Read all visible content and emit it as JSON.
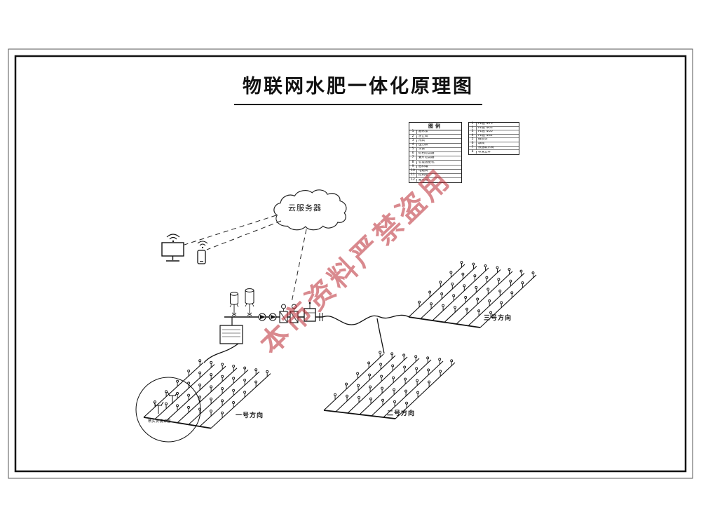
{
  "title": "物联网水肥一体化原理图",
  "watermark": "本市资料严禁盗用",
  "cloud": {
    "label": "云服务器"
  },
  "legend": {
    "title": "图例",
    "left_rows": [
      {
        "num": "1",
        "name": "潜水泵"
      },
      {
        "num": "2",
        "name": "逆止阀"
      },
      {
        "num": "3",
        "name": "闸阀"
      },
      {
        "num": "4",
        "name": "压力表"
      },
      {
        "num": "5",
        "name": "水表"
      },
      {
        "num": "6",
        "name": "砂石过滤器"
      },
      {
        "num": "7",
        "name": "叠片过滤器"
      },
      {
        "num": "8",
        "name": "智能施肥机"
      },
      {
        "num": "9",
        "name": "肥料罐"
      },
      {
        "num": "10",
        "name": "电磁阀"
      },
      {
        "num": "11",
        "name": "控制柜"
      },
      {
        "num": "12",
        "name": "蓄水池"
      }
    ],
    "right_rows": [
      {
        "num": "1",
        "name": "PE管 Φ75"
      },
      {
        "num": "2",
        "name": "PE管 Φ63"
      },
      {
        "num": "3",
        "name": "PE管 Φ50"
      },
      {
        "num": "4",
        "name": "PE管 Φ32"
      },
      {
        "num": "5",
        "name": "微喷头"
      },
      {
        "num": "6",
        "name": "球阀"
      },
      {
        "num": "7",
        "name": "快速取水阀"
      },
      {
        "num": "8",
        "name": "喷灌立杆"
      }
    ]
  },
  "fields": {
    "f1": "一号方向",
    "f2": "二号方向",
    "f3": "三号方向"
  },
  "detail_label": "喷头安装详图"
}
